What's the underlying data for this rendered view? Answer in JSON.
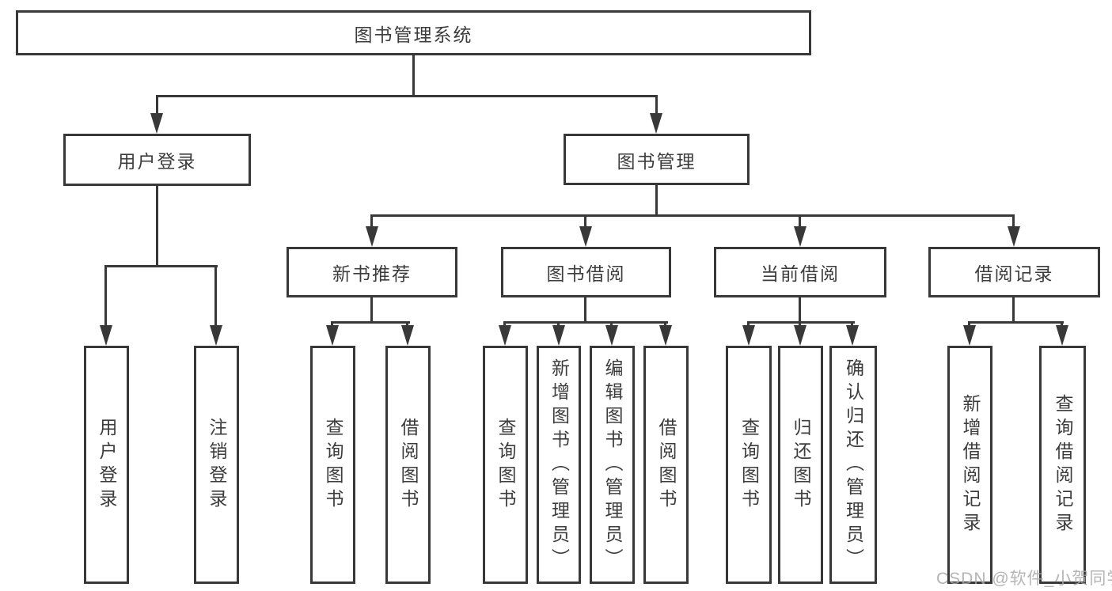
{
  "tree": {
    "root": "图书管理系统",
    "children": [
      {
        "label": "用户登录",
        "children": [
          {
            "label": "用户登录"
          },
          {
            "label": "注销登录"
          }
        ]
      },
      {
        "label": "图书管理",
        "children": [
          {
            "label": "新书推荐",
            "children": [
              {
                "label": "查询图书"
              },
              {
                "label": "借阅图书"
              }
            ]
          },
          {
            "label": "图书借阅",
            "children": [
              {
                "label": "查询图书"
              },
              {
                "label": "新增图书（管理员）"
              },
              {
                "label": "编辑图书（管理员）"
              },
              {
                "label": "借阅图书"
              }
            ]
          },
          {
            "label": "当前借阅",
            "children": [
              {
                "label": "查询图书"
              },
              {
                "label": "归还图书"
              },
              {
                "label": "确认归还（管理员）"
              }
            ]
          },
          {
            "label": "借阅记录",
            "children": [
              {
                "label": "新增借阅记录"
              },
              {
                "label": "查询借阅记录"
              }
            ]
          }
        ]
      }
    ]
  },
  "watermark": "CSDN @软件_小贺同学",
  "colors": {
    "line": "#383838",
    "text": "#3c3c3c",
    "watermark": "#a8a8a8",
    "background": "#ffffff"
  }
}
